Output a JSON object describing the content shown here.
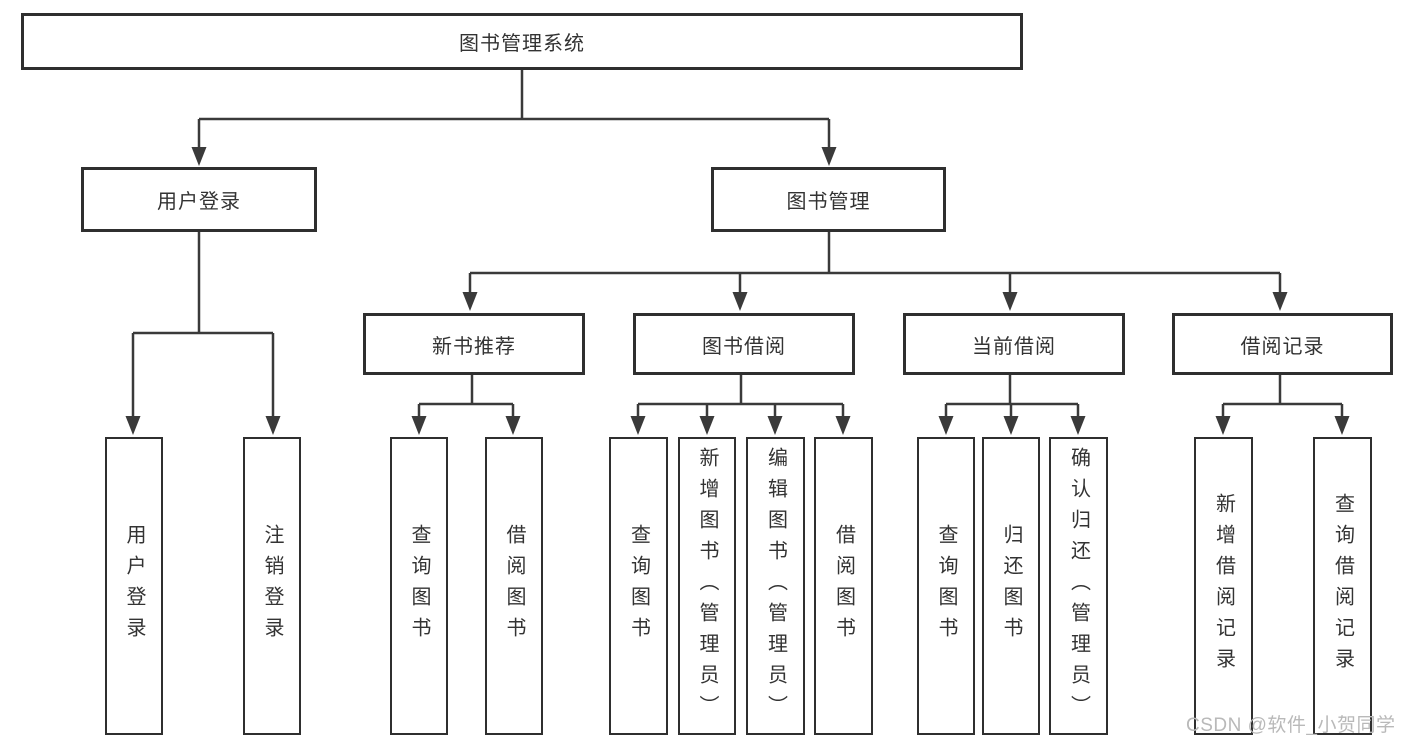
{
  "diagram": {
    "title_node": {
      "label": "图书管理系统"
    },
    "level2": [
      {
        "label": "用户登录"
      },
      {
        "label": "图书管理"
      }
    ],
    "level3": [
      {
        "label": "新书推荐"
      },
      {
        "label": "图书借阅"
      },
      {
        "label": "当前借阅"
      },
      {
        "label": "借阅记录"
      }
    ],
    "leaves": {
      "user": [
        "用户登录",
        "注销登录"
      ],
      "newbook": [
        "查询图书",
        "借阅图书"
      ],
      "borrow": [
        "查询图书",
        "新增图书（管理员）",
        "编辑图书（管理员）",
        "借阅图书"
      ],
      "current": [
        "查询图书",
        "归还图书",
        "确认归还（管理员）"
      ],
      "records": [
        "新增借阅记录",
        "查询借阅记录"
      ]
    }
  },
  "watermark": {
    "text": "CSDN @软件_小贺同学"
  },
  "colors": {
    "line": "#3a3a3a",
    "box_border": "#2f2f2f",
    "text": "#333333",
    "watermark": "#b9b9b9",
    "background": "#ffffff"
  }
}
